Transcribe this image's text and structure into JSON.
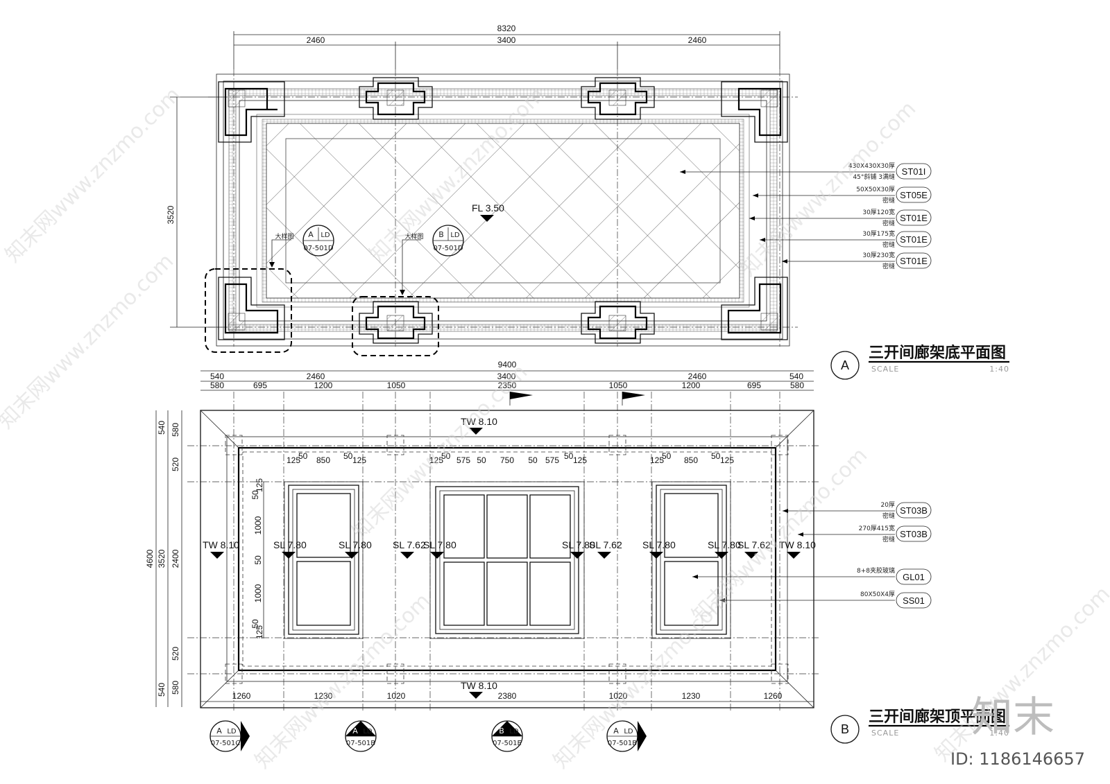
{
  "plan_a": {
    "top_total": "8320",
    "top_segments": [
      "2460",
      "3400",
      "2460"
    ],
    "left_height": "3520",
    "floor_level": "FL 3.50",
    "detail_a": {
      "label": "大样图",
      "letter": "A",
      "sheet_code": "LD",
      "sheet_no": "07-501D"
    },
    "detail_b": {
      "label": "大样图",
      "letter": "B",
      "sheet_code": "LD",
      "sheet_no": "07-501D"
    },
    "callouts": [
      {
        "line1": "430X430X30厚",
        "line2": "45°斜铺 3满缝",
        "code": "ST01I"
      },
      {
        "line1": "50X50X30厚",
        "line2": "密缝",
        "code": "ST05E"
      },
      {
        "line1": "30厚120宽",
        "line2": "密缝",
        "code": "ST01E"
      },
      {
        "line1": "30厚175宽",
        "line2": "密缝",
        "code": "ST01E"
      },
      {
        "line1": "30厚230宽",
        "line2": "密缝",
        "code": "ST01E"
      }
    ],
    "title": "三开间廊架底平面图",
    "title_letter": "A",
    "scale_label": "SCALE",
    "scale_value": "1:40"
  },
  "plan_b": {
    "top_total": "9400",
    "row1": [
      "540",
      "2460",
      "3400",
      "2460",
      "540"
    ],
    "row2": [
      "580",
      "695",
      "1200",
      "1050",
      "2350",
      "1050",
      "1200",
      "695",
      "580"
    ],
    "left_outer": "4600",
    "left_mid": [
      "540",
      "3520",
      "540"
    ],
    "left_inner": [
      "580",
      "520",
      "2400",
      "520",
      "580"
    ],
    "win_vert": [
      "50",
      "125",
      "1000",
      "50",
      "1000",
      "125",
      "50"
    ],
    "win_small_widths": [
      "125",
      "50",
      "850",
      "50",
      "125"
    ],
    "win_big_widths": [
      "125",
      "50",
      "575",
      "50",
      "750",
      "50",
      "575",
      "50",
      "125"
    ],
    "bottom_dims": [
      "1260",
      "1230",
      "1020",
      "2380",
      "1020",
      "1230",
      "1260"
    ],
    "levels": {
      "tw_top": "TW 8.10",
      "tw_bottom": "TW 8.10",
      "tw_left": "TW 8.10",
      "tw_right": "TW 8.10",
      "sl": [
        "SL 7.80",
        "SL 7.80",
        "SL 7.62",
        "SL 7.80",
        "SL 7.80",
        "SL 7.62",
        "SL 7.80",
        "SL 7.80",
        "SL 7.62"
      ]
    },
    "callouts": [
      {
        "line1": "20厚",
        "line2": "密缝",
        "code": "ST03B"
      },
      {
        "line1": "270厚415宽",
        "line2": "密缝",
        "code": "ST03B"
      },
      {
        "line1": "8+8夹胶玻璃",
        "line2": "",
        "code": "GL01"
      },
      {
        "line1": "80X50X4厚",
        "line2": "",
        "code": "SS01"
      }
    ],
    "section_marks": [
      {
        "letter": "A",
        "code": "LD",
        "no": "07-501C"
      },
      {
        "letter": "A",
        "code": "LD",
        "no": "07-501B"
      },
      {
        "letter": "B",
        "code": "LD",
        "no": "07-501E"
      },
      {
        "letter": "A",
        "code": "LD",
        "no": "07-501B"
      }
    ],
    "title": "三开间廊架顶平面图",
    "title_letter": "B",
    "scale_label": "SCALE",
    "scale_value": "1:40"
  },
  "watermark": {
    "text": "知末网www.znzmo.com",
    "logo": "知末",
    "id": "ID: 1186146657"
  }
}
